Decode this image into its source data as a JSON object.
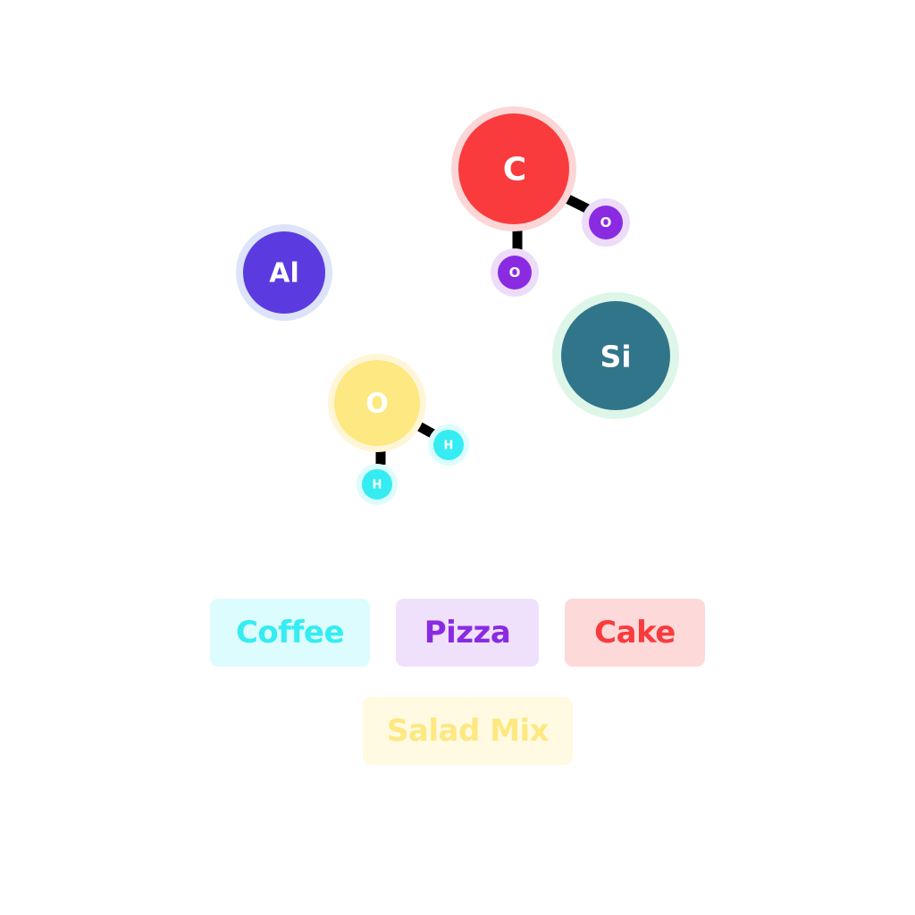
{
  "molecules": [
    {
      "center": {
        "symbol": "C",
        "fill": "#f93b3d",
        "halo": "#fcd6d6"
      },
      "bonded": [
        {
          "symbol": "O",
          "fill": "#8a2be2",
          "halo": "#ecdcfa"
        },
        {
          "symbol": "O",
          "fill": "#8a2be2",
          "halo": "#ecdcfa"
        }
      ]
    },
    {
      "center": {
        "symbol": "Al",
        "fill": "#5b3be0",
        "halo": "#dde3f9"
      },
      "bonded": []
    },
    {
      "center": {
        "symbol": "Si",
        "fill": "#31758b",
        "halo": "#ddf6e8"
      },
      "bonded": []
    },
    {
      "center": {
        "symbol": "O",
        "fill": "#fde881",
        "halo": "#fff6d8"
      },
      "bonded": [
        {
          "symbol": "H",
          "fill": "#35ecf2",
          "halo": "#dcfcfd"
        },
        {
          "symbol": "H",
          "fill": "#35ecf2",
          "halo": "#dcfcfd"
        }
      ]
    }
  ],
  "bond_color": "#000000",
  "answers": [
    {
      "label": "Coffee",
      "text_color": "#35ecf2",
      "bg_color": "#dcfcfd"
    },
    {
      "label": "Pizza",
      "text_color": "#8a2be2",
      "bg_color": "#efe1fb"
    },
    {
      "label": "Cake",
      "text_color": "#f93b3d",
      "bg_color": "#fdd9d9"
    },
    {
      "label": "Salad Mix",
      "text_color": "#fde881",
      "bg_color": "#fffae1"
    }
  ]
}
